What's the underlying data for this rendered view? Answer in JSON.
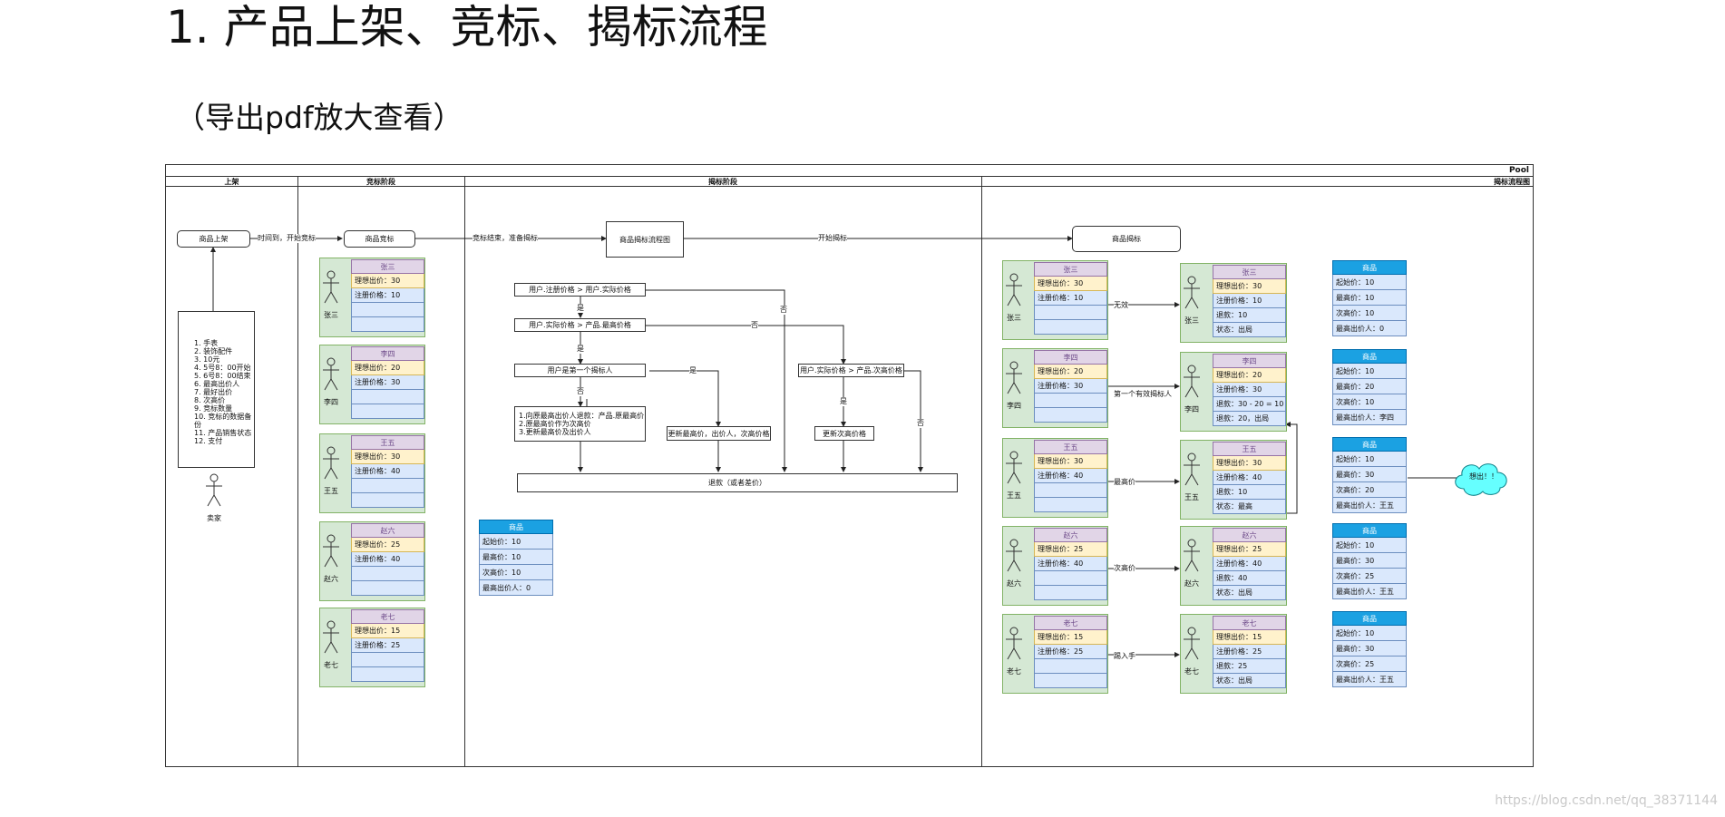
{
  "heading": {
    "title": "1. 产品上架、竞标、揭标流程",
    "subtitle": "（导出pdf放大查看）"
  },
  "pool": {
    "title": "Pool",
    "lanes": [
      "上架",
      "竞标阶段",
      "揭标阶段",
      "揭标流程图"
    ]
  },
  "seller": {
    "name": "卖家",
    "items": [
      "1. 手表",
      "2. 装饰配件",
      "3. 10元",
      "4. 5号8：00开始",
      "5. 6号8：00结束",
      "6. 最高出价人",
      "7. 最好出价",
      "8. 次高价",
      "9. 竞标数量",
      "10. 竞标的数据备份",
      "11. 产品销售状态",
      "12. 支付"
    ]
  },
  "flow": {
    "listing": "商品上架",
    "bidding": "商品竞标",
    "reveal_chart": "商品揭标流程图",
    "reveal": "商品揭标",
    "edge_time": "时间到，开始竞标",
    "edge_end": "竞标结束，准备揭标",
    "edge_start": "开始揭标"
  },
  "decisions": {
    "d1": "用户.注册价格 > 用户.实际价格",
    "d2": "用户.实际价格 > 产品.最高价格",
    "d3": "用户是第一个揭标人",
    "d4": "用户.实际价格 > 产品.次高价格",
    "p1": [
      "1.向原最高出价人退款：产品.原最高价",
      "2.原最高价作为次高价",
      "3.更新最高价及出价人"
    ],
    "p2": "更新最高价，出价人，次高价格",
    "p3": "更新次高价格",
    "refund": "退款（或者差价）",
    "yes": "是",
    "no": "否"
  },
  "bidders": [
    {
      "name": "张三",
      "ideal": "理想出价：30",
      "registered": "注册价格：10"
    },
    {
      "name": "李四",
      "ideal": "理想出价：20",
      "registered": "注册价格：30"
    },
    {
      "name": "王五",
      "ideal": "理想出价：30",
      "registered": "注册价格：40"
    },
    {
      "name": "赵六",
      "ideal": "理想出价：25",
      "registered": "注册价格：40"
    },
    {
      "name": "老七",
      "ideal": "理想出价：15",
      "registered": "注册价格：25"
    }
  ],
  "initial_product": {
    "header": "商品",
    "rows": [
      "起始价：10",
      "最高价：10",
      "次高价：10",
      "最高出价人：0"
    ]
  },
  "reveal_bidders": [
    {
      "name": "张三",
      "ideal": "理想出价：30",
      "registered": "注册价格：10",
      "r3": "退款：10",
      "r4": "状态：出局",
      "edge": "无效"
    },
    {
      "name": "李四",
      "ideal": "理想出价：20",
      "registered": "注册价格：30",
      "r3": "退款：30 - 20 = 10",
      "r4": "退款：20，出局",
      "edge": "第一个有效揭标人"
    },
    {
      "name": "王五",
      "ideal": "理想出价：30",
      "registered": "注册价格：40",
      "r3": "退款：10",
      "r4": "状态：最高",
      "edge": "最高价"
    },
    {
      "name": "赵六",
      "ideal": "理想出价：25",
      "registered": "注册价格：40",
      "r3": "退款：40",
      "r4": "状态：出局",
      "edge": "次高价"
    },
    {
      "name": "老七",
      "ideal": "理想出价：15",
      "registered": "注册价格：25",
      "r3": "退款：25",
      "r4": "状态：出局",
      "edge": "踢入手"
    }
  ],
  "reveal_products": [
    {
      "header": "商品",
      "rows": [
        "起始价：10",
        "最高价：10",
        "次高价：10",
        "最高出价人：0"
      ]
    },
    {
      "header": "商品",
      "rows": [
        "起始价：10",
        "最高价：20",
        "次高价：10",
        "最高出价人：李四"
      ]
    },
    {
      "header": "商品",
      "rows": [
        "起始价：10",
        "最高价：30",
        "次高价：20",
        "最高出价人：王五"
      ]
    },
    {
      "header": "商品",
      "rows": [
        "起始价：10",
        "最高价：30",
        "次高价：25",
        "最高出价人：王五"
      ]
    },
    {
      "header": "商品",
      "rows": [
        "起始价：10",
        "最高价：30",
        "次高价：25",
        "最高出价人：王五"
      ]
    }
  ],
  "cloud": "想出！！",
  "watermark": "https://blog.csdn.net/qq_38371144"
}
